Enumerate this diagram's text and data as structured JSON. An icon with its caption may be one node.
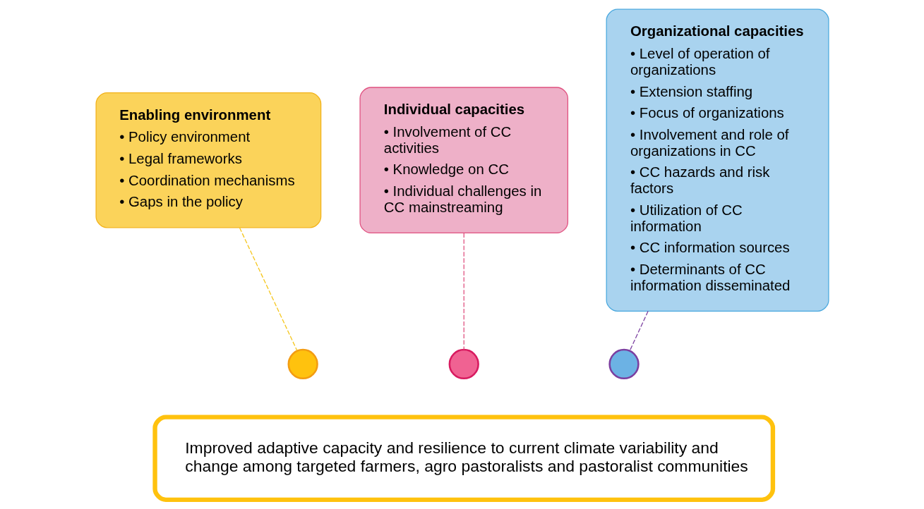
{
  "diagram": {
    "nodes": [
      {
        "text": [
          "Enabling environment",
          "• Policy environment",
          "• Legal frameworks",
          "• Coordination mechanisms",
          "• Gaps in the policy"
        ]
      },
      {
        "text": [
          "Individual capacities",
          "• Involvement of CC activities",
          "• Knowledge on CC",
          "• Individual challenges in CC mainstreaming"
        ]
      },
      {
        "text": [
          "Organizational capacities",
          "• Level of operation of organizations",
          "• Extension staffing",
          "• Focus of organizations",
          "• Involvement and role of organizations in CC",
          "• CC hazards and risk factors",
          "• Utilization of CC information",
          "• CC information sources",
          "• Determinants of CC information disseminated"
        ]
      },
      {
        "text": [],
        "shape": "circle"
      },
      {
        "text": [],
        "shape": "circle"
      },
      {
        "text": [],
        "shape": "circle"
      },
      {
        "text": [
          "Improved adaptive capacity and resilience to current climate variability and change among targeted farmers, agro pastoralists and pastoralist communities"
        ]
      }
    ],
    "edges": [
      {
        "from": 0,
        "to": 3,
        "arrow": "none",
        "style": "dashed",
        "color": "#f5c518"
      },
      {
        "from": 1,
        "to": 4,
        "arrow": "none",
        "style": "dashed",
        "color": "#e0507f"
      },
      {
        "from": 2,
        "to": 5,
        "arrow": "none",
        "style": "dashed",
        "color": "#7b3fa0"
      }
    ]
  }
}
